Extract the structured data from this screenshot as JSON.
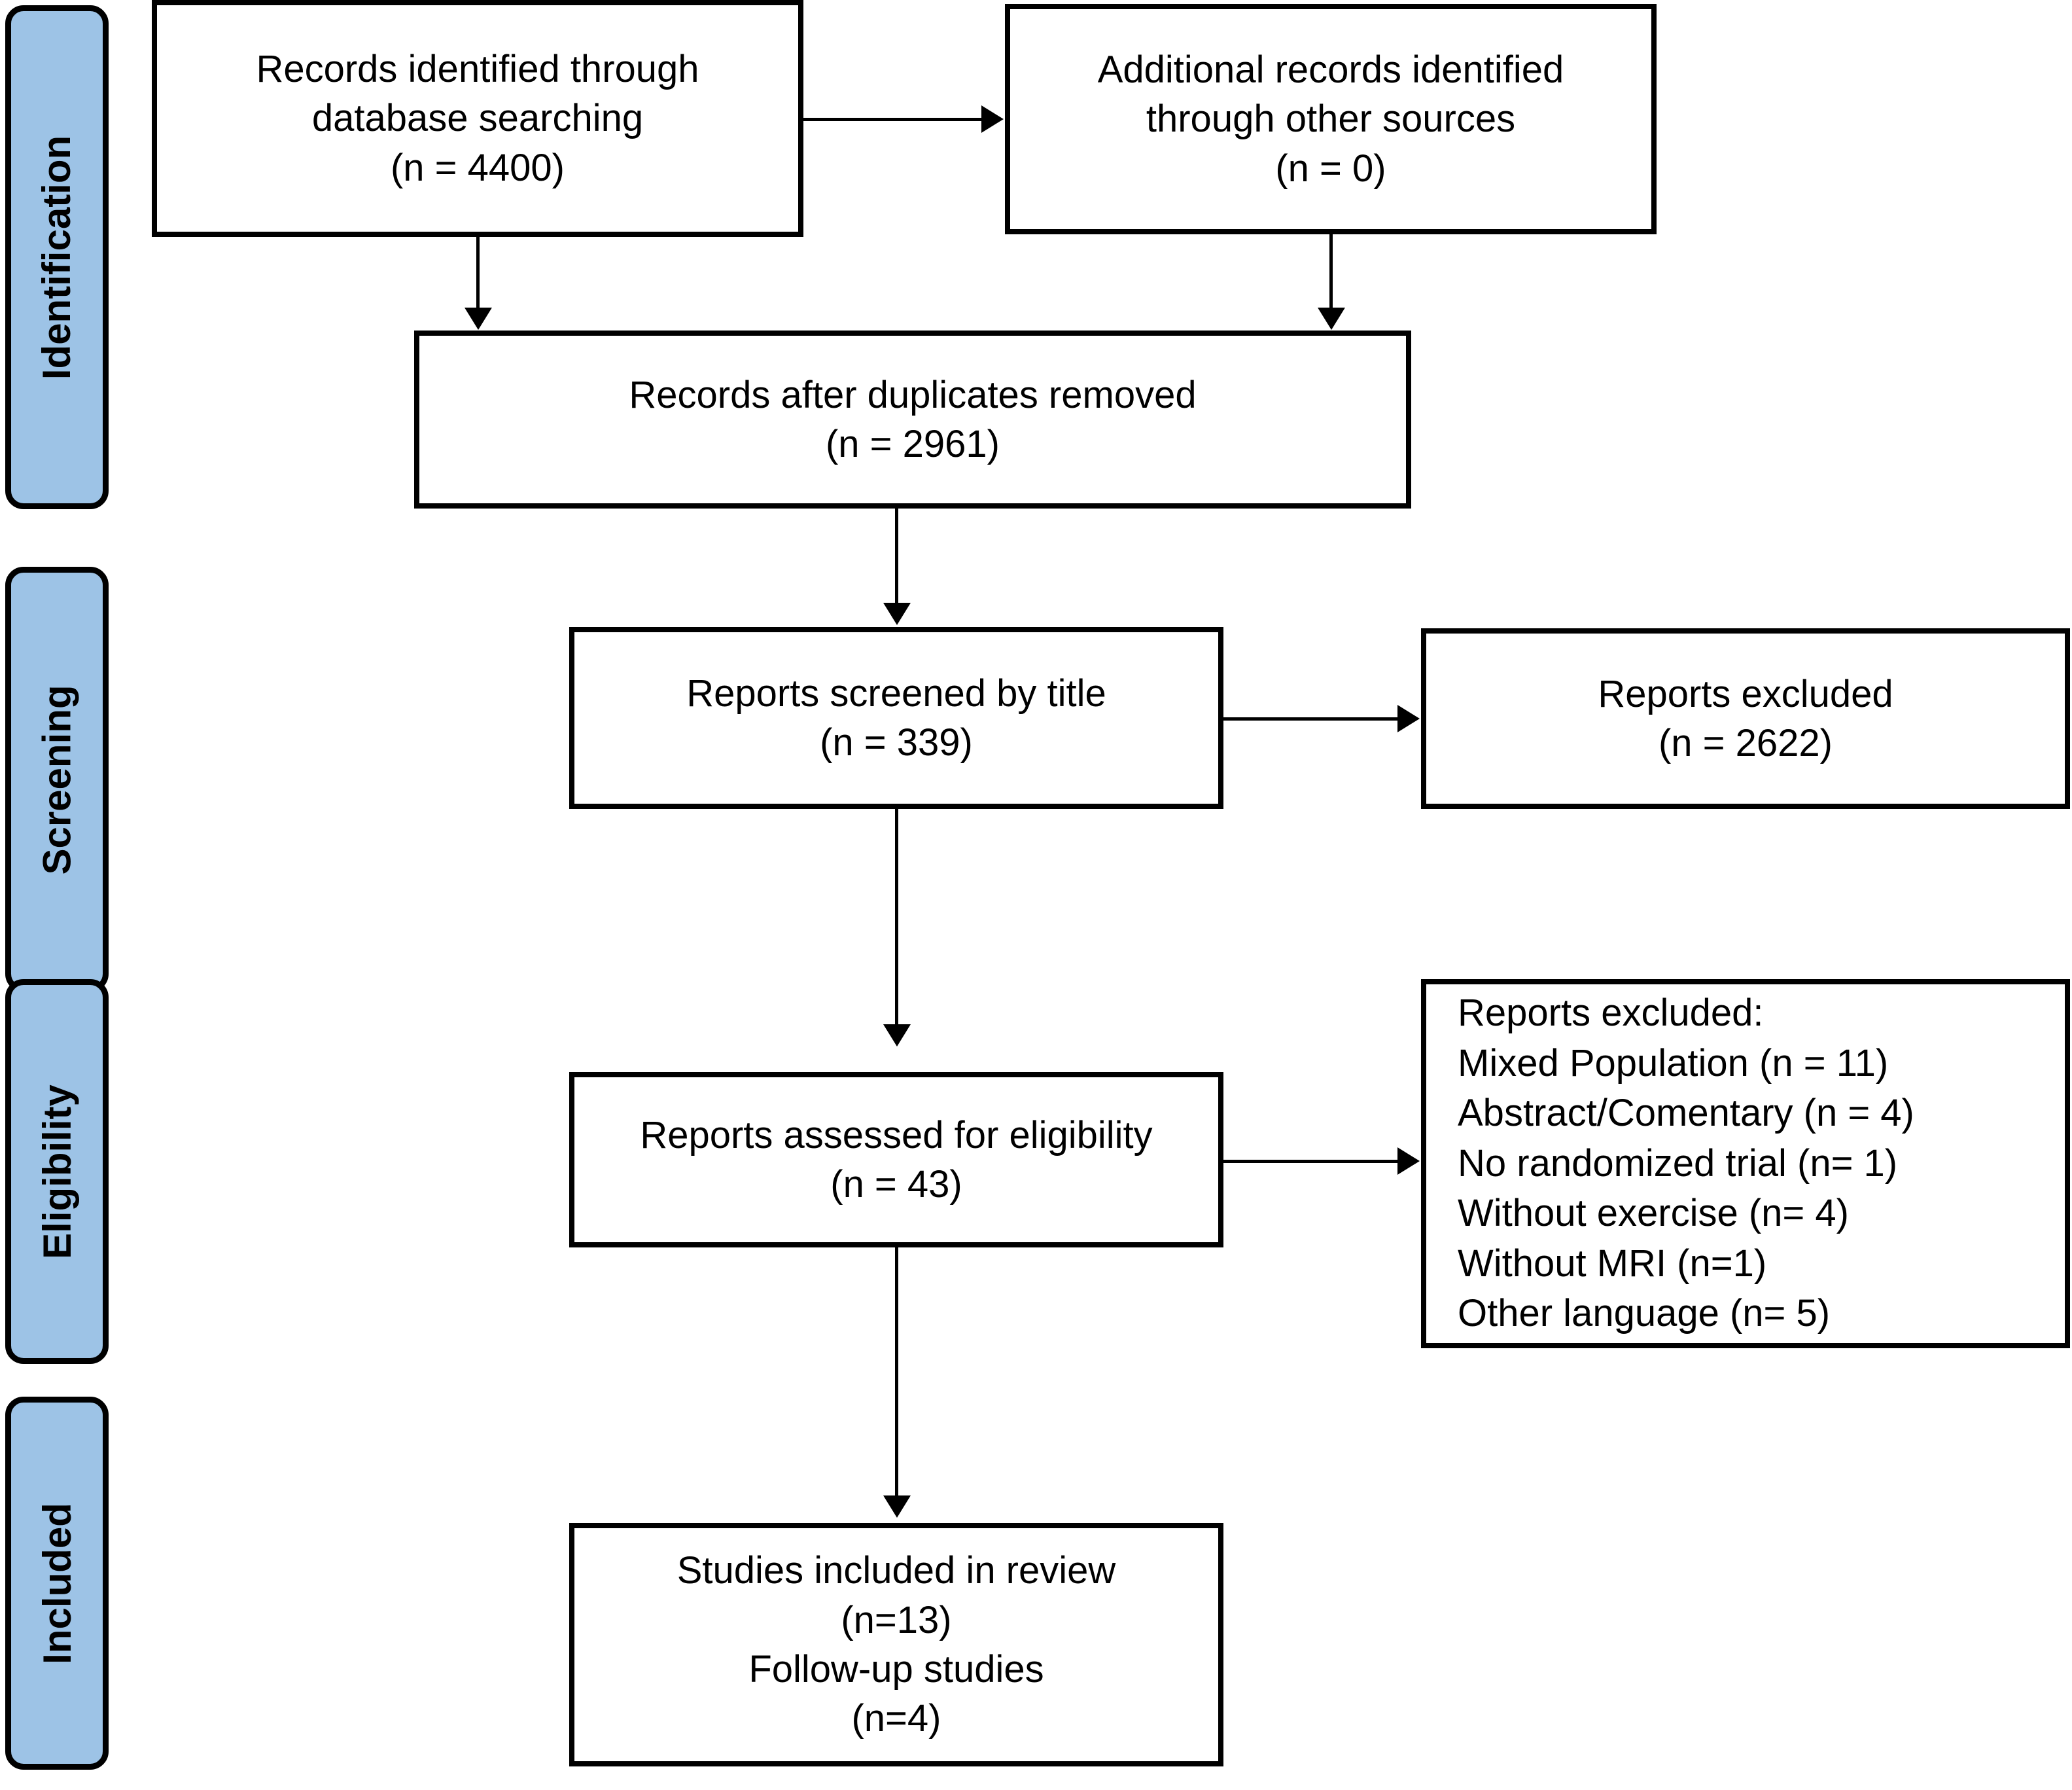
{
  "diagram": {
    "title": "PRISMA flow diagram",
    "accent_color": "#9dc3e6",
    "line_color": "#000000",
    "background": "#ffffff"
  },
  "stages": [
    {
      "id": "identification",
      "label": "Identification"
    },
    {
      "id": "screening",
      "label": "Screening"
    },
    {
      "id": "eligibility",
      "label": "Eligibility"
    },
    {
      "id": "included",
      "label": "Included"
    }
  ],
  "boxes": {
    "records_database": {
      "text": "Records identified through\ndatabase searching\n(n = 4400)",
      "count": 4400
    },
    "records_other": {
      "text": "Additional records identified\nthrough other sources\n(n = 0)",
      "count": 0
    },
    "after_duplicates": {
      "text": "Records after duplicates removed\n(n = 2961)",
      "count": 2961
    },
    "screened_by_title": {
      "text": "Reports screened by title\n(n = 339)",
      "count": 339
    },
    "screened_excluded": {
      "text": "Reports excluded\n(n = 2622)",
      "count": 2622
    },
    "assessed_eligibility": {
      "text": "Reports assessed for eligibility\n(n = 43)",
      "count": 43
    },
    "eligibility_excluded": {
      "text": "Reports excluded:\n    Mixed Population (n = 11)\n    Abstract/Comentary (n = 4)\n    No randomized trial (n= 1)\n    Without exercise (n= 4)\n    Without MRI (n=1)\n    Other language (n= 5)",
      "reasons": [
        {
          "label": "Mixed Population",
          "n": 11,
          "text": "Mixed Population (n = 11)"
        },
        {
          "label": "Abstract/Comentary",
          "n": 4,
          "text": "Abstract/Comentary (n = 4)"
        },
        {
          "label": "No randomized trial",
          "n": 1,
          "text": "No randomized trial (n= 1)"
        },
        {
          "label": "Without exercise",
          "n": 4,
          "text": "Without exercise (n= 4)"
        },
        {
          "label": "Without MRI",
          "n": 1,
          "text": "Without MRI (n=1)"
        },
        {
          "label": "Other language",
          "n": 5,
          "text": "Other language (n= 5)"
        }
      ],
      "header": "Reports excluded:"
    },
    "included_studies": {
      "text": "Studies included in review\n(n=13)\nFollow-up studies\n(n=4)",
      "included_count": 13,
      "followup_count": 4
    }
  }
}
